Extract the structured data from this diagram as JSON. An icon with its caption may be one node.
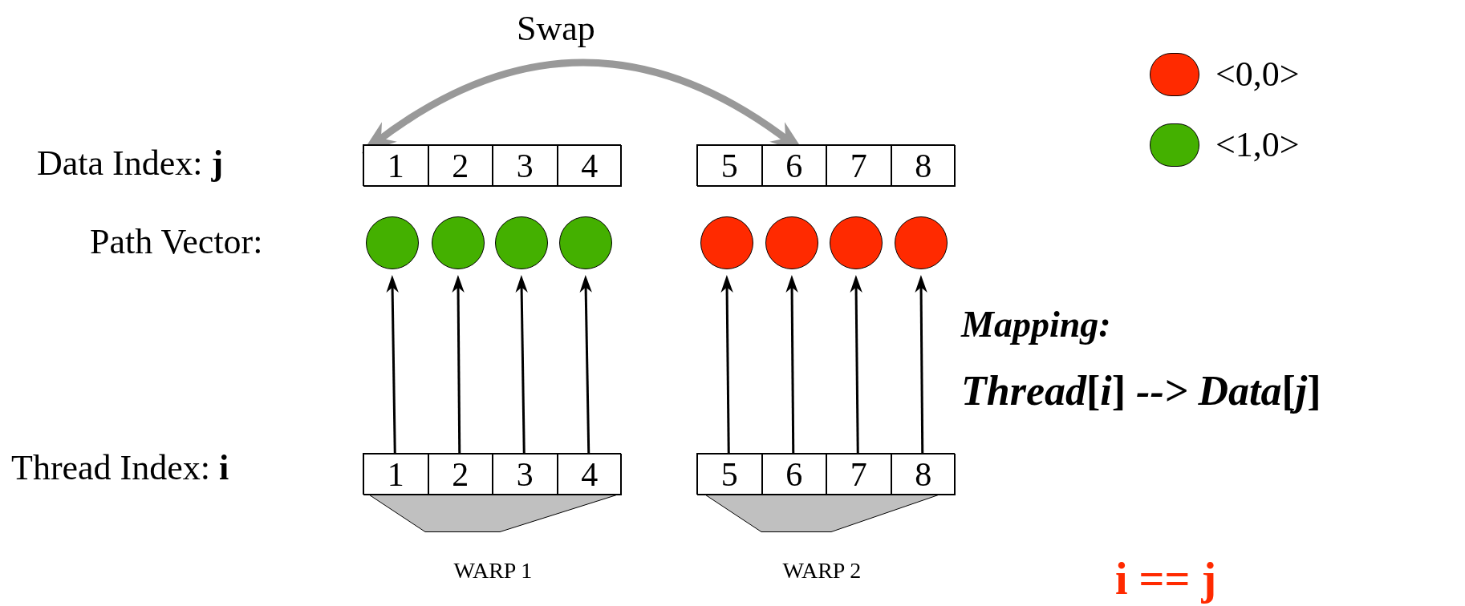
{
  "diagram": {
    "nodes": [
      {
        "text": [],
        "shape": "box"
      },
      {
        "text": [
          "1"
        ],
        "in": 0
      },
      {
        "text": [
          "2"
        ],
        "in": 0
      },
      {
        "text": [
          "3"
        ],
        "in": 0
      },
      {
        "text": [
          "4"
        ],
        "in": 0
      },
      {
        "text": [],
        "shape": "box"
      },
      {
        "text": [
          "5"
        ],
        "in": 5
      },
      {
        "text": [
          "6"
        ],
        "in": 5
      },
      {
        "text": [
          "7"
        ],
        "in": 5
      },
      {
        "text": [
          "8"
        ],
        "in": 5
      },
      {
        "text": [],
        "shape": "circle"
      },
      {
        "text": [],
        "shape": "circle"
      },
      {
        "text": [],
        "shape": "circle"
      },
      {
        "text": [],
        "shape": "circle"
      },
      {
        "text": [],
        "shape": "circle"
      },
      {
        "text": [],
        "shape": "circle"
      },
      {
        "text": [],
        "shape": "circle"
      },
      {
        "text": [],
        "shape": "circle"
      },
      {
        "text": [],
        "shape": "box"
      },
      {
        "text": [
          "1"
        ],
        "in": 18
      },
      {
        "text": [
          "2"
        ],
        "in": 18
      },
      {
        "text": [
          "3"
        ],
        "in": 18
      },
      {
        "text": [
          "4"
        ],
        "in": 18
      },
      {
        "text": [],
        "shape": "box"
      },
      {
        "text": [
          "5"
        ],
        "in": 23
      },
      {
        "text": [
          "6"
        ],
        "in": 23
      },
      {
        "text": [
          "7"
        ],
        "in": 23
      },
      {
        "text": [
          "8"
        ],
        "in": 23
      },
      {
        "text": [],
        "shape": "trapezoid",
        "beside": [
          "WARP 1"
        ]
      },
      {
        "text": [],
        "shape": "trapezoid",
        "beside": [
          "WARP 2"
        ]
      }
    ],
    "edges": [
      {
        "from": 0,
        "to": 5,
        "arrow": "both",
        "label": "Swap",
        "style": "thick",
        "color": "#999999"
      },
      {
        "from": 19,
        "to": 10,
        "arrow": "to"
      },
      {
        "from": 20,
        "to": 11,
        "arrow": "to"
      },
      {
        "from": 21,
        "to": 12,
        "arrow": "to"
      },
      {
        "from": 22,
        "to": 13,
        "arrow": "to"
      },
      {
        "from": 24,
        "to": 14,
        "arrow": "to"
      },
      {
        "from": 25,
        "to": 15,
        "arrow": "to"
      },
      {
        "from": 26,
        "to": 16,
        "arrow": "to"
      },
      {
        "from": 27,
        "to": 17,
        "arrow": "to"
      }
    ],
    "labels": [
      "Data Index: **j**",
      "Path Vector:",
      "Mapping:",
      "*Thread*[*i*] *-->* *Data*[*j*]",
      "Thread Index: **i**",
      "i == j"
    ],
    "legend": [
      {
        "text": "<0,0>",
        "color": "#ff2a00"
      },
      {
        "text": "<1,0>",
        "color": "#44b000"
      }
    ]
  }
}
